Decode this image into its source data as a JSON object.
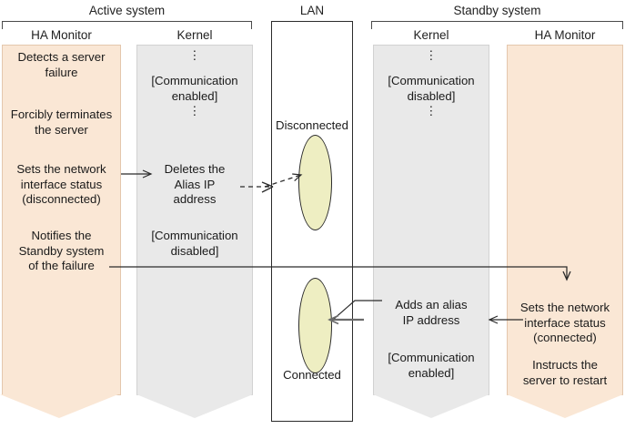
{
  "diagram": {
    "groups": [
      {
        "id": "active",
        "label": "Active system"
      },
      {
        "id": "lan",
        "label": "LAN"
      },
      {
        "id": "standby",
        "label": "Standby system"
      }
    ],
    "columns": [
      {
        "id": "active-ha",
        "title": "HA Monitor",
        "fill": "#fae7d5"
      },
      {
        "id": "active-kernel",
        "title": "Kernel",
        "fill": "#e9e9e9"
      },
      {
        "id": "standby-kernel",
        "title": "Kernel",
        "fill": "#e9e9e9"
      },
      {
        "id": "standby-ha",
        "title": "HA Monitor",
        "fill": "#fae7d5"
      }
    ],
    "active_ha_steps": [
      "Detects a server\nfailure",
      "Forcibly terminates\nthe server",
      "Sets the network\ninterface status\n(disconnected)",
      "Notifies the\nStandby system\nof the failure"
    ],
    "active_kernel_steps": [
      "[Communication\nenabled]",
      "Deletes the\nAlias IP\naddress",
      "[Communication\ndisabled]"
    ],
    "standby_kernel_steps": [
      "[Communication\ndisabled]",
      "Adds an alias\nIP address",
      "[Communication\nenabled]"
    ],
    "standby_ha_steps": [
      "Sets the network\ninterface status\n(connected)",
      "Instructs the\nserver to restart"
    ],
    "lan_labels": {
      "top": "Disconnected",
      "bottom": "Connected"
    },
    "vertical_dots": "⋮",
    "colors": {
      "ha_fill": "#fae7d5",
      "kernel_fill": "#e9e9e9",
      "nic_fill": "#eeeec2",
      "line": "#2b2b2b",
      "gray_arrow": "#6b6b6b"
    }
  }
}
